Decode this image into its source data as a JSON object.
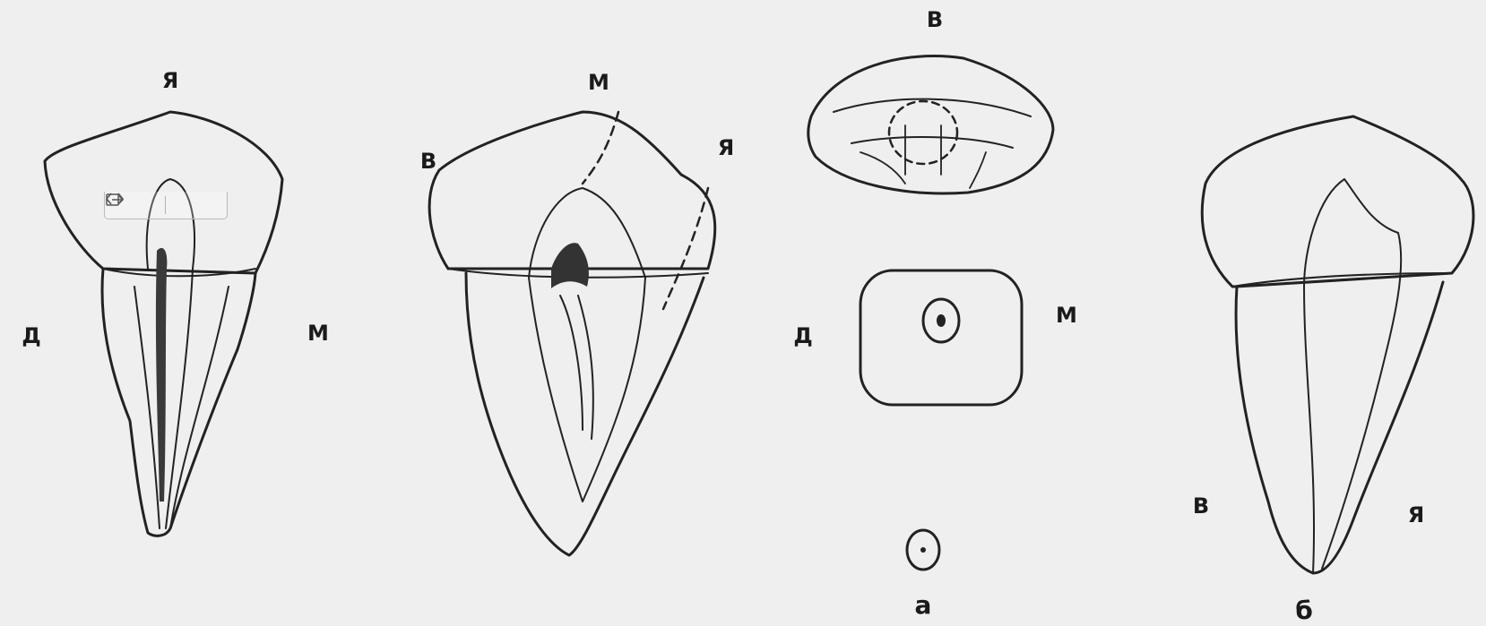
{
  "labels": {
    "fig_a": {
      "view1": {
        "top": "Я",
        "left": "Д",
        "right": "М"
      },
      "view2": {
        "top": "М",
        "left": "В",
        "right": "Я"
      },
      "sections": {
        "top": "В",
        "left": "Д",
        "right": "М"
      },
      "caption": "а"
    },
    "fig_b": {
      "left": "В",
      "right": "Я",
      "caption": "б"
    }
  },
  "toolbar": {
    "icons": [
      "code-icon",
      "export-icon"
    ]
  }
}
